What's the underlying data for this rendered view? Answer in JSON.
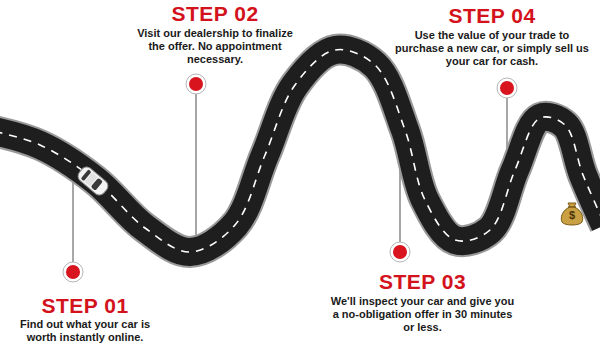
{
  "diagram": {
    "labels": [
      "STEP 01",
      "Find out what your car is worth instantly online.",
      "STEP 02",
      "Visit our dealership to finalize the offer. No appointment necessary.",
      "STEP 03",
      "We'll inspect your car and give you a no-obligation offer in 30 minutes or less.",
      "STEP 04",
      "Use the value of your trade to purchase a new car, or simply sell us your car for cash.",
      "$"
    ]
  }
}
